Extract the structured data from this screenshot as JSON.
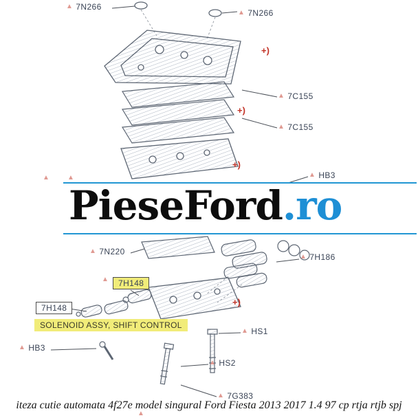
{
  "watermark": {
    "main": "PieseFord",
    "suffix": ".ro"
  },
  "caption": "iteza cutie automata 4f27e model singural Ford Fiesta 2013 2017 1.4 97 cp rtja rtjb spj",
  "labels": {
    "n266_left": "7N266",
    "n266_right": "7N266",
    "c155_upper": "7C155",
    "c155_lower": "7C155",
    "hb3_right": "HB3",
    "n220": "7N220",
    "h186": "7H186",
    "h148_upper": "7H148",
    "h148_left": "7H148",
    "solenoid_assy": "SOLENOID ASSY, SHIFT CONTROL",
    "hs1": "HS1",
    "hb3_left": "HB3",
    "hs2": "HS2",
    "g383": "7G383"
  },
  "symbols": {
    "pointer_triangle": "▲",
    "assembly_mark": "+)"
  },
  "colors": {
    "label": "#3a4456",
    "accent_red": "#c23327",
    "triangle_red": "#e09a92",
    "watermark_blue": "#1e8fd5",
    "watermark_black": "#0d0d0d",
    "watermark_line": "#2196d3",
    "highlight_yellow": "#f1ec79",
    "diagram_line": "#5d6673"
  }
}
